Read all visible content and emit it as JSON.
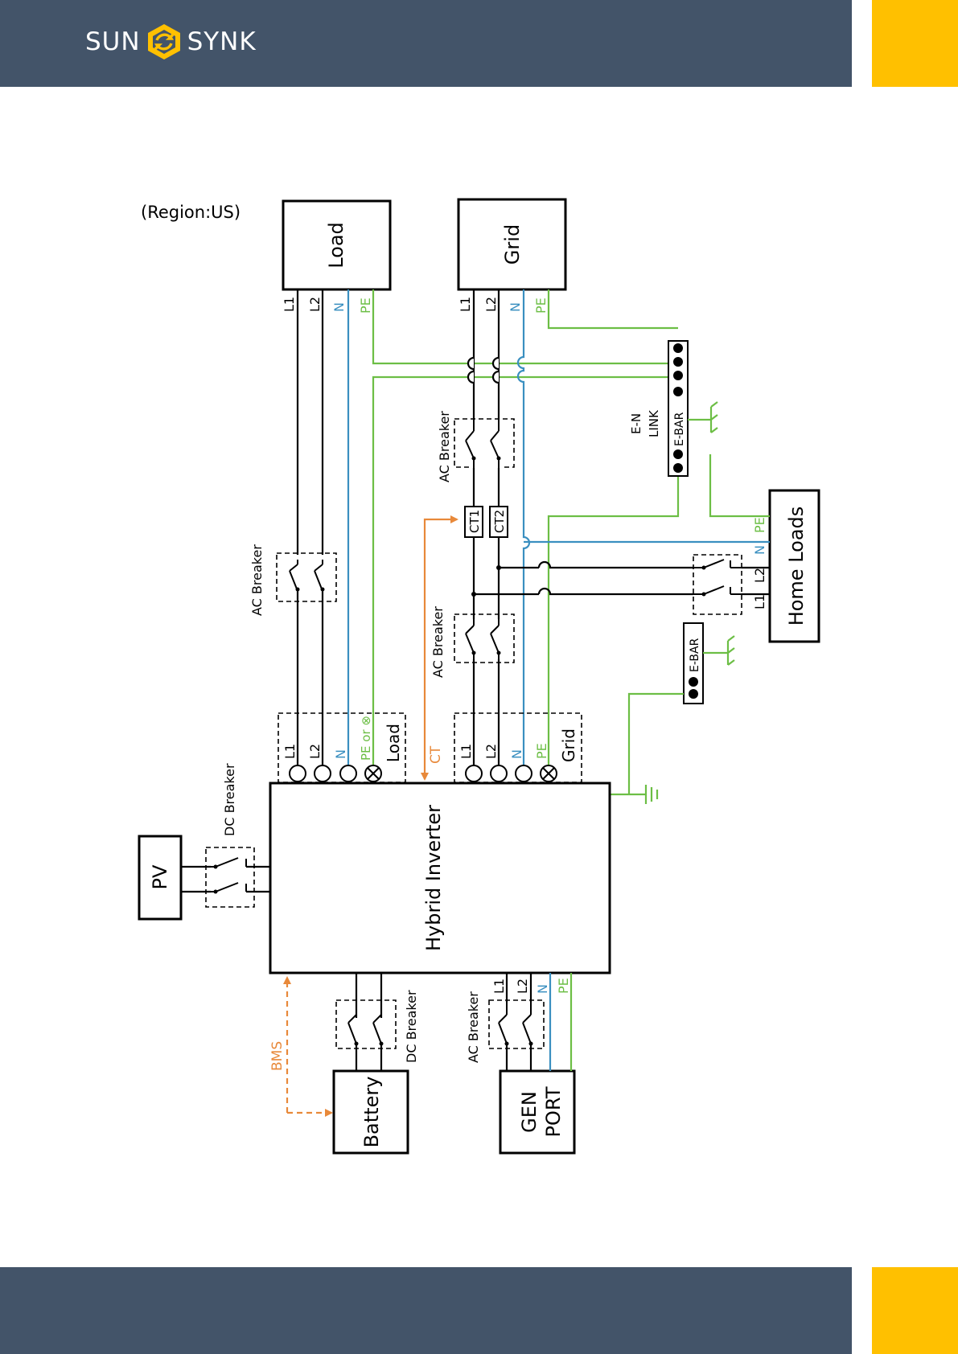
{
  "brand": {
    "left_word": "SUN",
    "right_word": "SYNK",
    "logo_icon": "sunsynk-hexagon-icon",
    "accent_color": "#FFC000",
    "band_color": "#435469"
  },
  "region": "(Region:US)",
  "colors": {
    "wire": "#000000",
    "neutral": "#3A8FC0",
    "earth": "#6CBE45",
    "signal": "#E8893A"
  },
  "blocks": {
    "load": "Load",
    "grid": "Grid",
    "home_loads": "Home Loads",
    "inverter": "Hybrid Inverter",
    "pv": "PV",
    "battery": "Battery",
    "gen_port_1": "GEN",
    "gen_port_2": "PORT"
  },
  "breakers": {
    "ac": "AC Breaker",
    "dc": "DC Breaker"
  },
  "terminals": {
    "l1": "L1",
    "l2": "L2",
    "n": "N",
    "pe": "PE",
    "pe_or": "PE or ⊗",
    "load": "Load",
    "grid": "Grid"
  },
  "ct": {
    "ct": "CT",
    "ct1": "CT1",
    "ct2": "CT2"
  },
  "ebar": {
    "label": "E-BAR",
    "en_link_1": "E-N",
    "en_link_2": "LINK"
  },
  "bms": "BMS"
}
